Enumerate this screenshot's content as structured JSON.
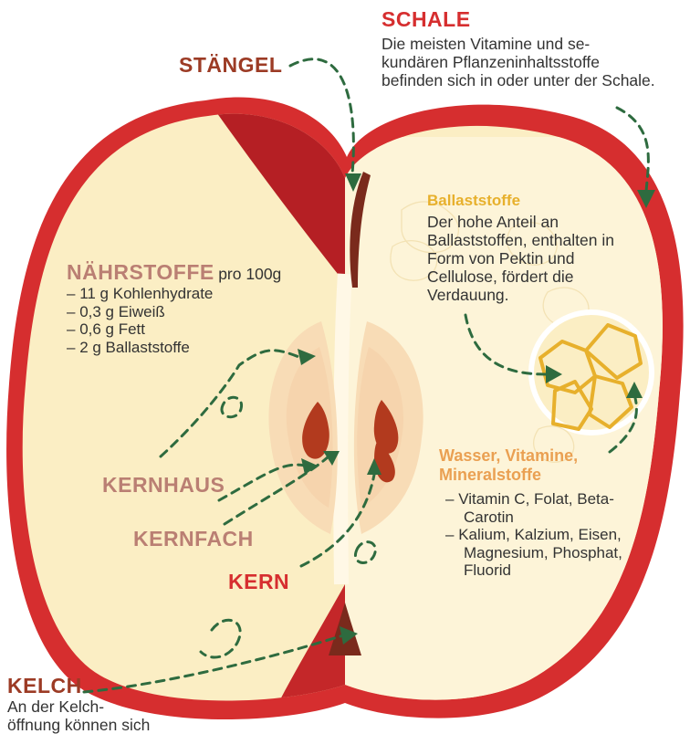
{
  "colors": {
    "skin": "#d62e2f",
    "skin_dark": "#b51f24",
    "flesh": "#fbeec4",
    "flesh_light": "#fdf4d8",
    "core": "#f8dcb6",
    "seed": "#b23a1e",
    "stem": "#7a2a1c",
    "dashed_line": "#2e6b3f",
    "fiber": "#e7b02c"
  },
  "labels": {
    "schale": {
      "title": "SCHALE",
      "text": "Die meisten Vitamine und se-kundären Pflanzeninhaltsstoffe befinden sich in oder unter der Schale."
    },
    "staengel": {
      "title": "STÄNGEL"
    },
    "ballaststoffe": {
      "title": "Ballaststoffe",
      "text": "Der hohe Anteil an Ballaststoffen, enthalten in Form von Pektin und Cellulose, fördert die Verdauung."
    },
    "naehrstoffe": {
      "title": "NÄHRSTOFFE",
      "suffix": "pro 100g",
      "items": [
        "11 g Kohlenhydrate",
        "0,3 g Eiweiß",
        "0,6 g Fett",
        "2 g Ballaststoffe"
      ]
    },
    "kernhaus": {
      "title": "KERNHAUS"
    },
    "kernfach": {
      "title": "KERNFACH"
    },
    "kern": {
      "title": "KERN"
    },
    "wasser": {
      "title_line1": "Wasser, Vitamine,",
      "title_line2": "Mineralstoffe",
      "items": [
        "Vitamin C, Folat, Beta-Carotin",
        "Kalium, Kalzium, Eisen, Magnesium, Phosphat, Fluorid"
      ]
    },
    "kelch": {
      "title": "KELCH",
      "text_line1": "An der Kelch-",
      "text_line2": "öffnung können sich"
    }
  }
}
